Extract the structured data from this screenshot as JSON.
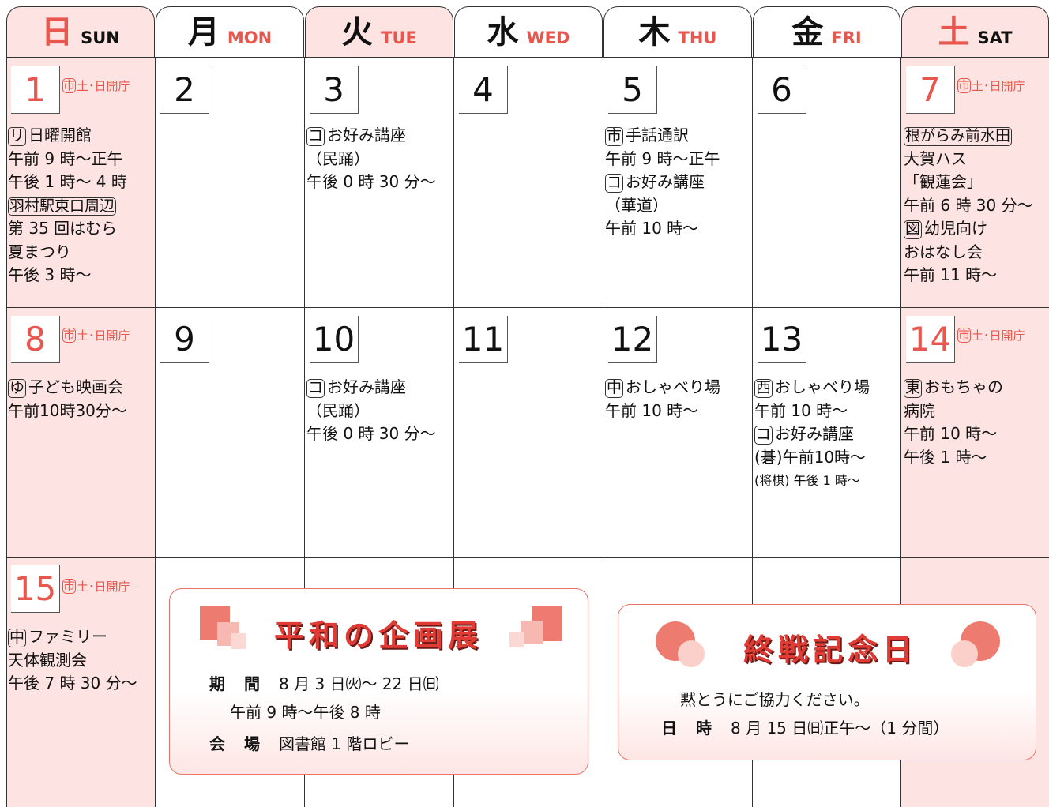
{
  "colors": {
    "accent": "#e8574d",
    "weekend_bg": "#fde3e1",
    "callout_border": "#e8746c"
  },
  "header": [
    {
      "kanji": "日",
      "en": "SUN"
    },
    {
      "kanji": "月",
      "en": "MON"
    },
    {
      "kanji": "火",
      "en": "TUE"
    },
    {
      "kanji": "水",
      "en": "WED"
    },
    {
      "kanji": "木",
      "en": "THU"
    },
    {
      "kanji": "金",
      "en": "FRI"
    },
    {
      "kanji": "土",
      "en": "SAT"
    }
  ],
  "open_note": {
    "mark": "市",
    "text": "土･日開庁"
  },
  "days": {
    "d1": "1",
    "d2": "2",
    "d3": "3",
    "d4": "4",
    "d5": "5",
    "d6": "6",
    "d7": "7",
    "d8": "8",
    "d9": "9",
    "d10": "10",
    "d11": "11",
    "d12": "12",
    "d13": "13",
    "d14": "14",
    "d15": "15"
  },
  "events": {
    "e1": {
      "m1": "リ",
      "t1": "日曜開館",
      "t2": "午前 9 時～正午",
      "t3": "午後 1 時～ 4 時",
      "m2": "羽村駅東口周辺",
      "t4": "第 35 回はむら",
      "t5": "夏まつり",
      "t6": "午後 3 時～"
    },
    "e3": {
      "m1": "コ",
      "t1": "お好み講座",
      "t2": "（民踊）",
      "t3": "午後 0 時 30 分～"
    },
    "e5": {
      "m1": "市",
      "t1": "手話通訳",
      "t2": "午前 9 時～正午",
      "m2": "コ",
      "t3": "お好み講座",
      "t4": "（華道）",
      "t5": "午前 10 時～"
    },
    "e7": {
      "m1": "根がらみ前水田",
      "t1": "大賀ハス",
      "t2": "「観蓮会」",
      "t3": "午前 6 時 30 分～",
      "m2": "図",
      "t4": "幼児向け",
      "t5": "おはなし会",
      "t6": "午前 11 時～"
    },
    "e8": {
      "m1": "ゆ",
      "t1": "子ども映画会",
      "t2": "午前10時30分～"
    },
    "e10": {
      "m1": "コ",
      "t1": "お好み講座",
      "t2": "（民踊）",
      "t3": "午後 0 時 30 分～"
    },
    "e12": {
      "m1": "中",
      "t1": "おしゃべり場",
      "t2": "午前 10 時～"
    },
    "e13": {
      "m1": "西",
      "t1": "おしゃべり場",
      "t2": "午前 10 時～",
      "m2": "コ",
      "t3": "お好み講座",
      "t4": "(碁)午前10時～",
      "t5": "(将棋) 午後 1 時～"
    },
    "e14": {
      "m1": "東",
      "t1": "おもちゃの",
      "t2": "病院",
      "t3": "午前 10 時～",
      "t4": "午後 1 時～"
    },
    "e15": {
      "m1": "中",
      "t1": "ファミリー",
      "t2": "天体観測会",
      "t3": "午後 7 時 30 分～"
    }
  },
  "peace_exhibit": {
    "title": "平和の企画展",
    "period_label": "期　間",
    "period_value": "8 月 3 日㈫～ 22 日㈰",
    "hours": "午前 9 時～午後 8 時",
    "venue_label": "会　場",
    "venue_value": "図書館 1 階ロビー"
  },
  "end_of_war": {
    "title": "終戦記念日",
    "message": "黙とうにご協力ください。",
    "time_label": "日　時",
    "time_value": "8 月 15 日㈰正午～（1 分間）"
  }
}
